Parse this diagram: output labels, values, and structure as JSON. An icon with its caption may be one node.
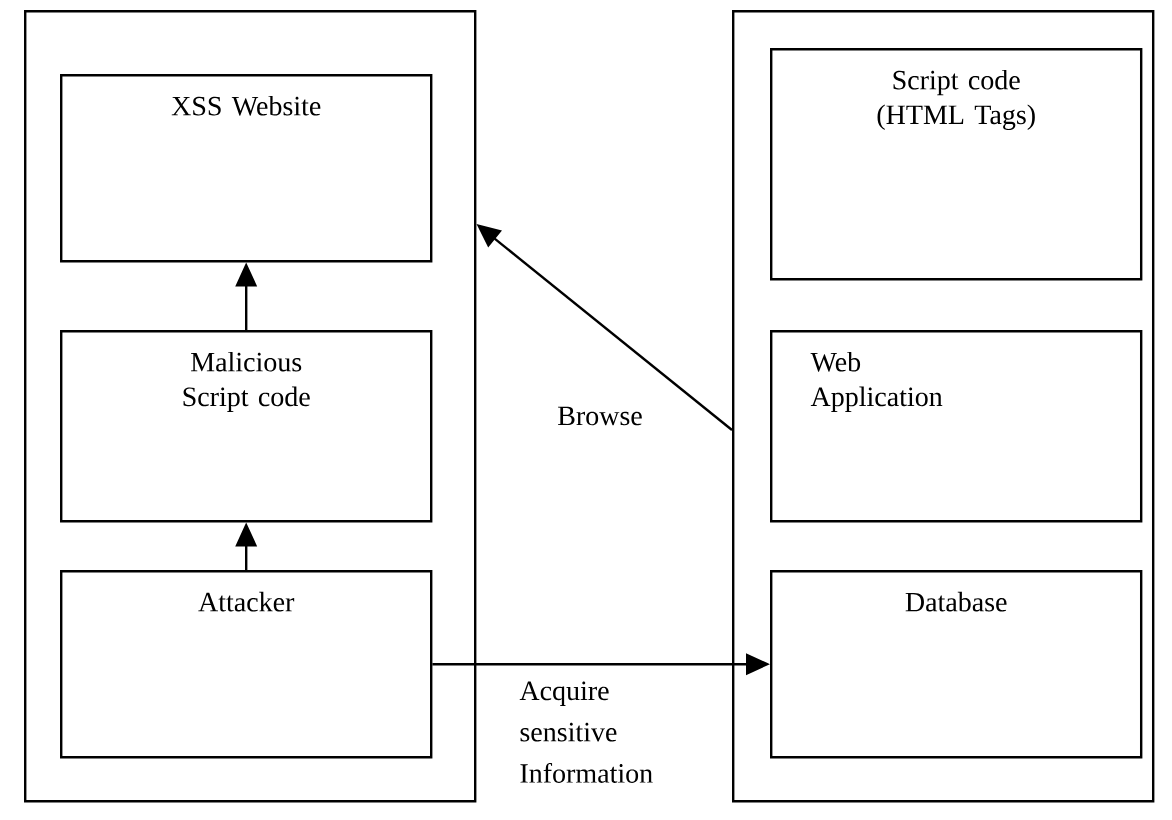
{
  "diagram": {
    "nodes": [
      {
        "text": [],
        "shape": "box"
      },
      {
        "text": [
          "XSS Website"
        ],
        "in": 0
      },
      {
        "text": [
          "Malicious Script code"
        ],
        "in": 0
      },
      {
        "text": [
          "Attacker"
        ],
        "in": 0
      },
      {
        "text": [],
        "shape": "box"
      },
      {
        "text": [
          "Script code (HTML Tags)"
        ],
        "in": 4
      },
      {
        "text": [
          "Web Application"
        ],
        "in": 4
      },
      {
        "text": [
          "Database"
        ],
        "in": 4
      }
    ],
    "edges": [
      {
        "from": 2,
        "to": 1,
        "arrow": "to"
      },
      {
        "from": 3,
        "to": 2,
        "arrow": "to"
      },
      {
        "from": 4,
        "to": 0,
        "arrow": "to",
        "label": "Browse"
      },
      {
        "from": 3,
        "to": 7,
        "arrow": "to",
        "label": "Acquire sensitive Information"
      }
    ]
  }
}
